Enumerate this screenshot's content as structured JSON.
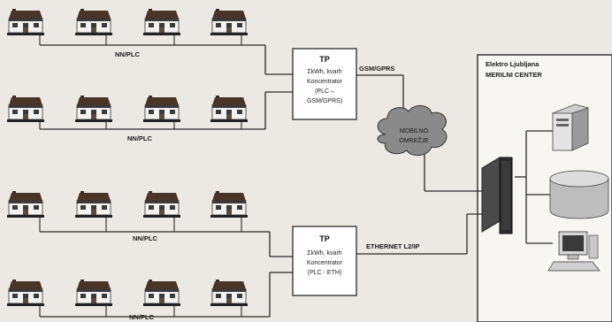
{
  "network_labels": {
    "nn_plc": "NN/PLC"
  },
  "tp1": {
    "title": "TP",
    "lines": [
      "ΣkWh, kvarh",
      "Koncentrator",
      "(PLC –",
      "GSM/GPRS)"
    ]
  },
  "tp2": {
    "title": "TP",
    "lines": [
      "ΣkWh, kvarh",
      "Koncentrator",
      "(PLC - ETH)"
    ]
  },
  "links": {
    "gsm": "GSM/GPRS",
    "ethernet": "ETHERNET L2/IP"
  },
  "cloud": {
    "line1": "MOBILNO",
    "line2": "OMREŽJE"
  },
  "center": {
    "line1": "Elektro Ljubljana",
    "line2": "MERILNI CENTER"
  },
  "icons": {
    "house": "house-icon",
    "server": "server-icon",
    "database": "database-icon",
    "workstation": "workstation-icon",
    "switch": "network-switch-icon",
    "cloud": "cloud-icon"
  }
}
